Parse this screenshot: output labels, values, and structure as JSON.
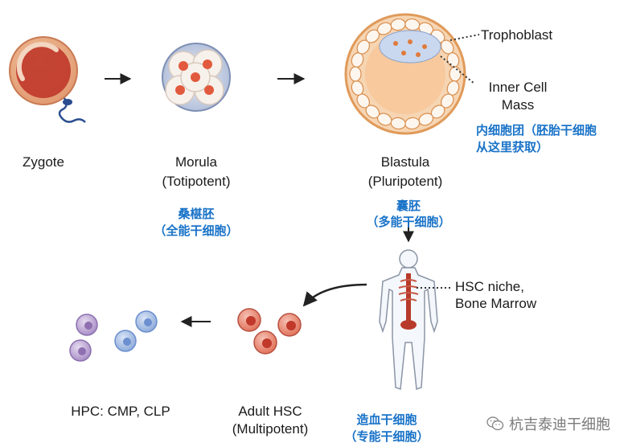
{
  "stages": {
    "zygote": {
      "name": "Zygote"
    },
    "morula": {
      "name": "Morula",
      "potency": "(Totipotent)",
      "cn_line1": "桑椹胚",
      "cn_line2": "（全能干细胞）"
    },
    "blastula": {
      "name": "Blastula",
      "potency": "(Pluripotent)",
      "cn_line1": "囊胚",
      "cn_line2": "（多能干细胞）"
    },
    "adult_hsc": {
      "name": "Adult HSC",
      "potency": "(Multipotent)",
      "cn_line1": "造血干细胞",
      "cn_line2": "（专能干细胞）"
    },
    "hpc": {
      "name": "HPC: CMP, CLP"
    }
  },
  "callouts": {
    "trophoblast": "Trophoblast",
    "inner_cell_mass_line1": "Inner Cell",
    "inner_cell_mass_line2": "Mass",
    "icm_note_line1": "内细胞团（胚胎干细胞",
    "icm_note_line2": "从这里获取）",
    "hsc_niche_line1": "HSC niche,",
    "hsc_niche_line2": "Bone Marrow"
  },
  "watermark": {
    "text": "杭吉泰迪干细胞",
    "icon": "wechat-icon"
  },
  "colors": {
    "cell_red": "#c0392b",
    "cell_blue": "#6b8fcf",
    "cell_purple": "#8e6fb0",
    "chinese_text": "#1a73c8"
  }
}
